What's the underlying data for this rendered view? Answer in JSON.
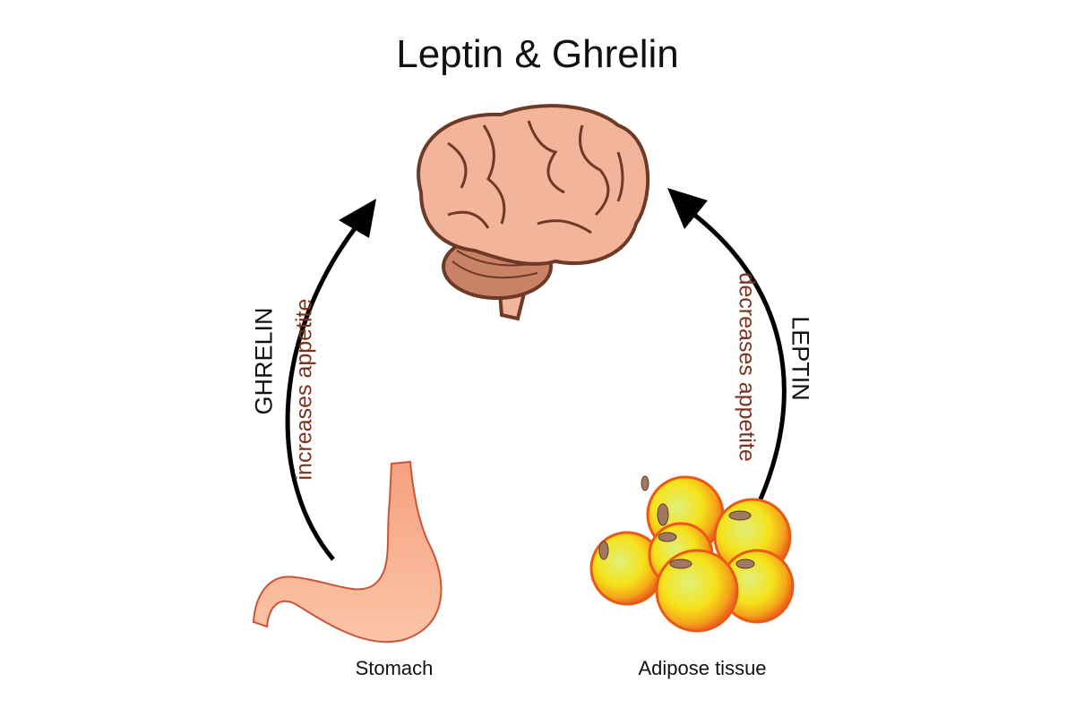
{
  "title": "Leptin & Ghrelin",
  "left_pathway": {
    "hormone": "GHRELIN",
    "effect": "increases appetite",
    "source": "Stomach"
  },
  "right_pathway": {
    "hormone": "LEPTIN",
    "effect": "decreases appetite",
    "source": "Adipose tissue"
  },
  "colors": {
    "brain": "#f2b49a",
    "brain_outline": "#6e3a28",
    "stomach": "#f5a584",
    "fat_cell_core": "#f6e21a",
    "fat_cell_rim": "#f07a20",
    "effect_text": "#7a3320",
    "arrow": "#000000"
  }
}
